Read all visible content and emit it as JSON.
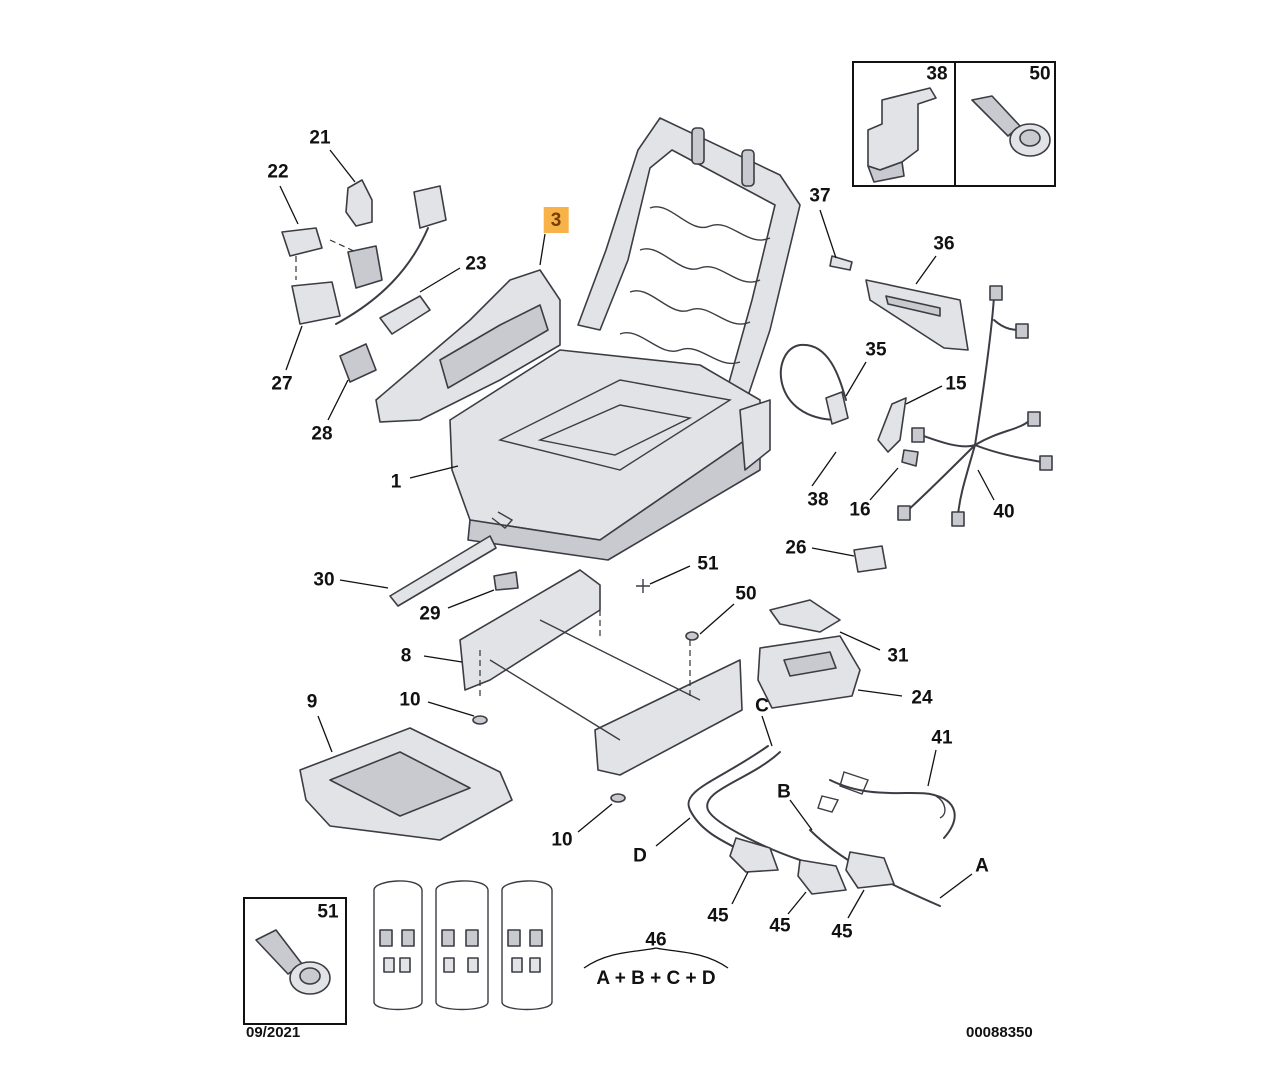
{
  "colors": {
    "part_fill": "#e2e3e6",
    "part_stroke": "#3c3c44",
    "highlight": "#f7b24a"
  },
  "labels": {
    "l1": "1",
    "l3": "3",
    "l8": "8",
    "l9": "9",
    "l10a": "10",
    "l10b": "10",
    "l15": "15",
    "l16": "16",
    "l21": "21",
    "l22": "22",
    "l23": "23",
    "l24": "24",
    "l26": "26",
    "l27": "27",
    "l28": "28",
    "l29": "29",
    "l30": "30",
    "l31": "31",
    "l35": "35",
    "l36": "36",
    "l37": "37",
    "l38": "38",
    "l40": "40",
    "l41": "41",
    "l45a": "45",
    "l45b": "45",
    "l45c": "45",
    "l50": "50",
    "l51": "51",
    "lA": "A",
    "lB": "B",
    "lC": "C",
    "lD": "D",
    "l46": "46"
  },
  "insets": {
    "top_left_label": "38",
    "top_right_label": "50",
    "bottom_label": "51"
  },
  "formula": "A + B + C + D",
  "footer": {
    "date": "09/2021",
    "ref": "00088350"
  }
}
